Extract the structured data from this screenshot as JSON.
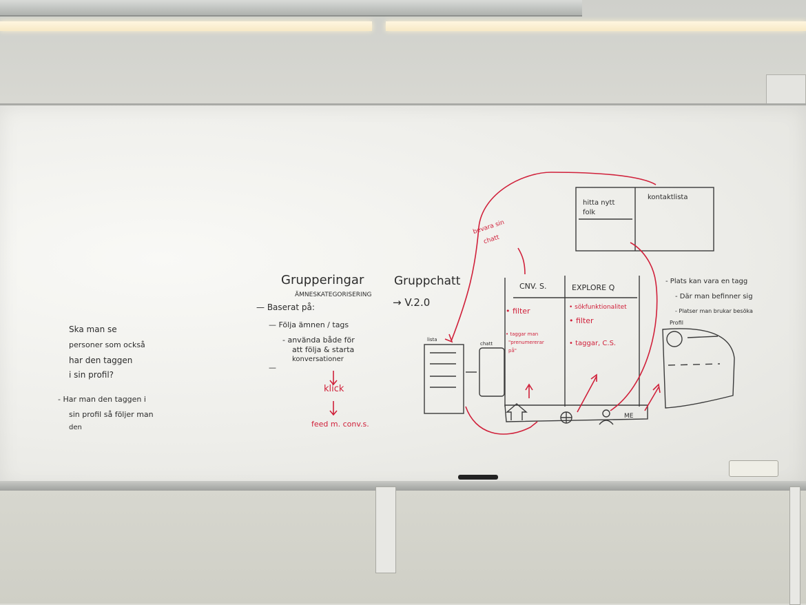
{
  "board": {
    "left_notes": {
      "question": [
        "Ska man se",
        "personer som också",
        "har den taggen",
        "i sin profil?"
      ],
      "answer": [
        "- Har man den taggen i",
        "sin profil så följer man",
        "den"
      ]
    },
    "grouping": {
      "title": "Grupperingar",
      "subtitle": "ÄMNESKATEGORISERING",
      "lines": [
        "— Baserat på:",
        "— Följa ämnen / tags",
        "- använda både för",
        "att följa & starta",
        "konversationer",
        "—"
      ],
      "click": "klick",
      "result": "feed m. conv.s."
    },
    "groupchat": {
      "title": "Gruppchatt",
      "version": "→ V.2.0"
    },
    "sketch": {
      "list_label": "lista",
      "chat_label": "chatt",
      "top_box": {
        "left": [
          "hitta nytt",
          "folk"
        ],
        "right": "kontaktlista"
      },
      "columns": {
        "left_head": "CNV. S.",
        "right_head": "EXPLORE Q",
        "left_notes": [
          "• filter",
          "• taggar man",
          "\"prenumererar",
          "på\""
        ],
        "right_notes": [
          "• sökfunktionalitet",
          "• filter",
          "• taggar, C.S."
        ]
      },
      "nav_bar": {
        "me": "ME"
      },
      "annotation": [
        "bevara sin",
        "chatt"
      ]
    },
    "right_notes": [
      "- Plats kan vara en tagg",
      "- Där man befinner sig",
      "- Platser man brukar besöka"
    ],
    "profile_label": "Profil"
  },
  "colors": {
    "marker_black": "#2b2b2b",
    "marker_red": "#d0203a",
    "board": "#eeeeea"
  }
}
